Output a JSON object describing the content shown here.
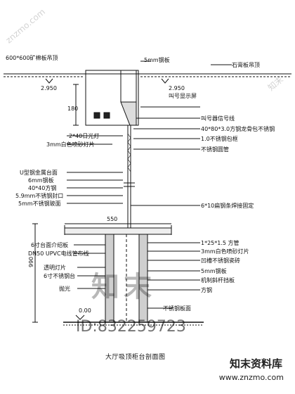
{
  "labels": {
    "ceiling_tile": "600*600矿棉板吊顶",
    "steel_plate": "5mm钢板",
    "gypsum_ceiling": "石膏板吊顶",
    "elev_left": "2.950",
    "elev_right": "2.950",
    "display_screen": "叫号显示屏",
    "dim_upper": "180",
    "led_light": "2*40日光灯",
    "glass_panel": "3mm白色喷砂灯片",
    "signal_line": "叫号器信号线",
    "steel_frame": "40*80*3.0方钢龙骨包不锈钢",
    "ss_cover": "1.0不锈钢包框",
    "ss_tube": "不锈钢圆管",
    "left_a": "U型钢金属台面",
    "left_b": "6mm钢板",
    "left_c": "40*40方钢",
    "left_d": "5.9mm不锈钢封口",
    "left_e": "5mm不锈钢玻面",
    "rod_note": "6*10扁钢条焊接固定",
    "dim_width": "550",
    "right_a": "1*25*1.5 方管",
    "right_b": "3mm白色喷砂灯片",
    "right_c": "凹槽不锈钢瓷砖",
    "left_f": "6寸台面介绍板",
    "left_g": "DN50 UPVC电线管布线",
    "left_h": "透明灯片",
    "left_i": "6寸不锈钢台",
    "left_j": "抛光",
    "right_d": "5mm钢板",
    "right_e": "机制斜杆挡板",
    "right_f": "方钢",
    "right_g": "不锈钢板面",
    "dim_height": "990",
    "elev_floor": "0.00",
    "caption": "大厅吸顶柜台剖面图"
  },
  "watermark": {
    "brand_big": "知末",
    "id_text": "ID:832259723",
    "brand": "知末资料库",
    "url": "www.znzmo.com",
    "corner_a": "znzmo.com",
    "corner_b": "知末"
  }
}
